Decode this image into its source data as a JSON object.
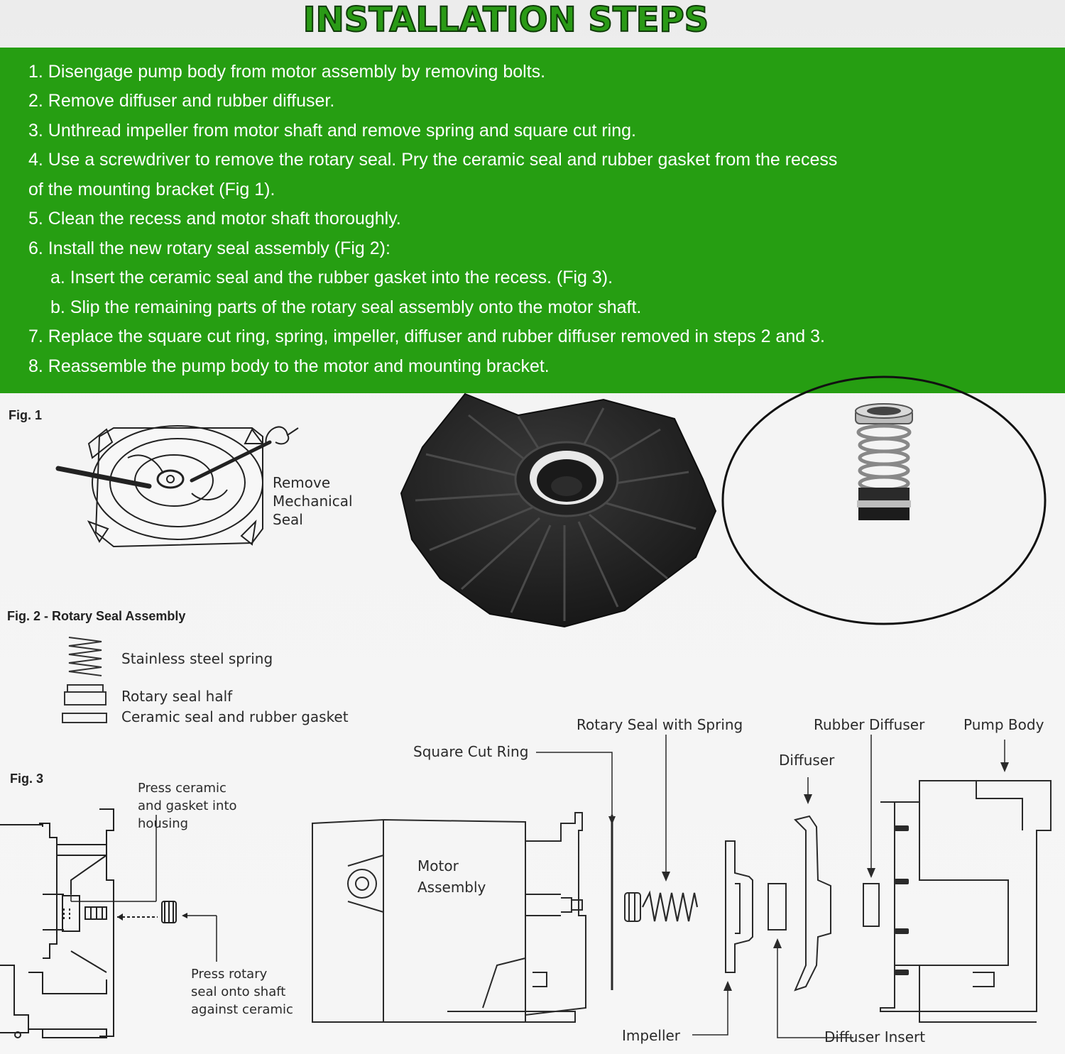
{
  "title": "INSTALLATION STEPS",
  "steps": [
    "1. Disengage pump body from motor assembly by removing bolts.",
    "2. Remove diffuser and rubber diffuser.",
    "3. Unthread impeller from motor shaft and remove spring and square cut ring.",
    "4. Use a screwdriver to remove the rotary seal. Pry the ceramic seal and rubber gasket from the recess",
    "of the mounting bracket (Fig 1).",
    "5. Clean the recess and motor shaft thoroughly.",
    "6. Install the new rotary seal assembly (Fig 2):",
    "a. Insert the ceramic seal and the rubber gasket into the recess. (Fig 3).",
    "b. Slip the remaining parts of the rotary seal assembly onto the motor shaft.",
    "7. Replace the square cut ring, spring, impeller, diffuser and rubber diffuser removed in steps 2 and 3.",
    "8. Reassemble the pump body to the motor and mounting bracket."
  ],
  "fig1": {
    "caption": "Fig. 1",
    "label_lines": [
      "Remove",
      "Mechanical",
      "Seal"
    ]
  },
  "fig2": {
    "caption": "Fig. 2 - Rotary Seal Assembly",
    "labels": [
      "Stainless steel spring",
      "Rotary seal half",
      "Ceramic seal and rubber gasket"
    ]
  },
  "fig3": {
    "caption": "Fig. 3",
    "label_press_ceramic": [
      "Press ceramic",
      "and gasket into",
      "housing"
    ],
    "label_press_rotary": [
      "Press rotary",
      "seal onto shaft",
      "against ceramic"
    ]
  },
  "exploded": {
    "square_cut_ring": "Square Cut Ring",
    "rotary_seal_spring": "Rotary Seal with Spring",
    "rubber_diffuser": "Rubber Diffuser",
    "pump_body": "Pump Body",
    "diffuser": "Diffuser",
    "motor_assembly": [
      "Motor",
      "Assembly"
    ],
    "impeller": "Impeller",
    "diffuser_insert": "Diffuser Insert"
  },
  "colors": {
    "banner_green": "#269e12",
    "title_green": "#2a9a16",
    "title_outline": "#0f3b08",
    "part_black": "#1c1c1c"
  }
}
